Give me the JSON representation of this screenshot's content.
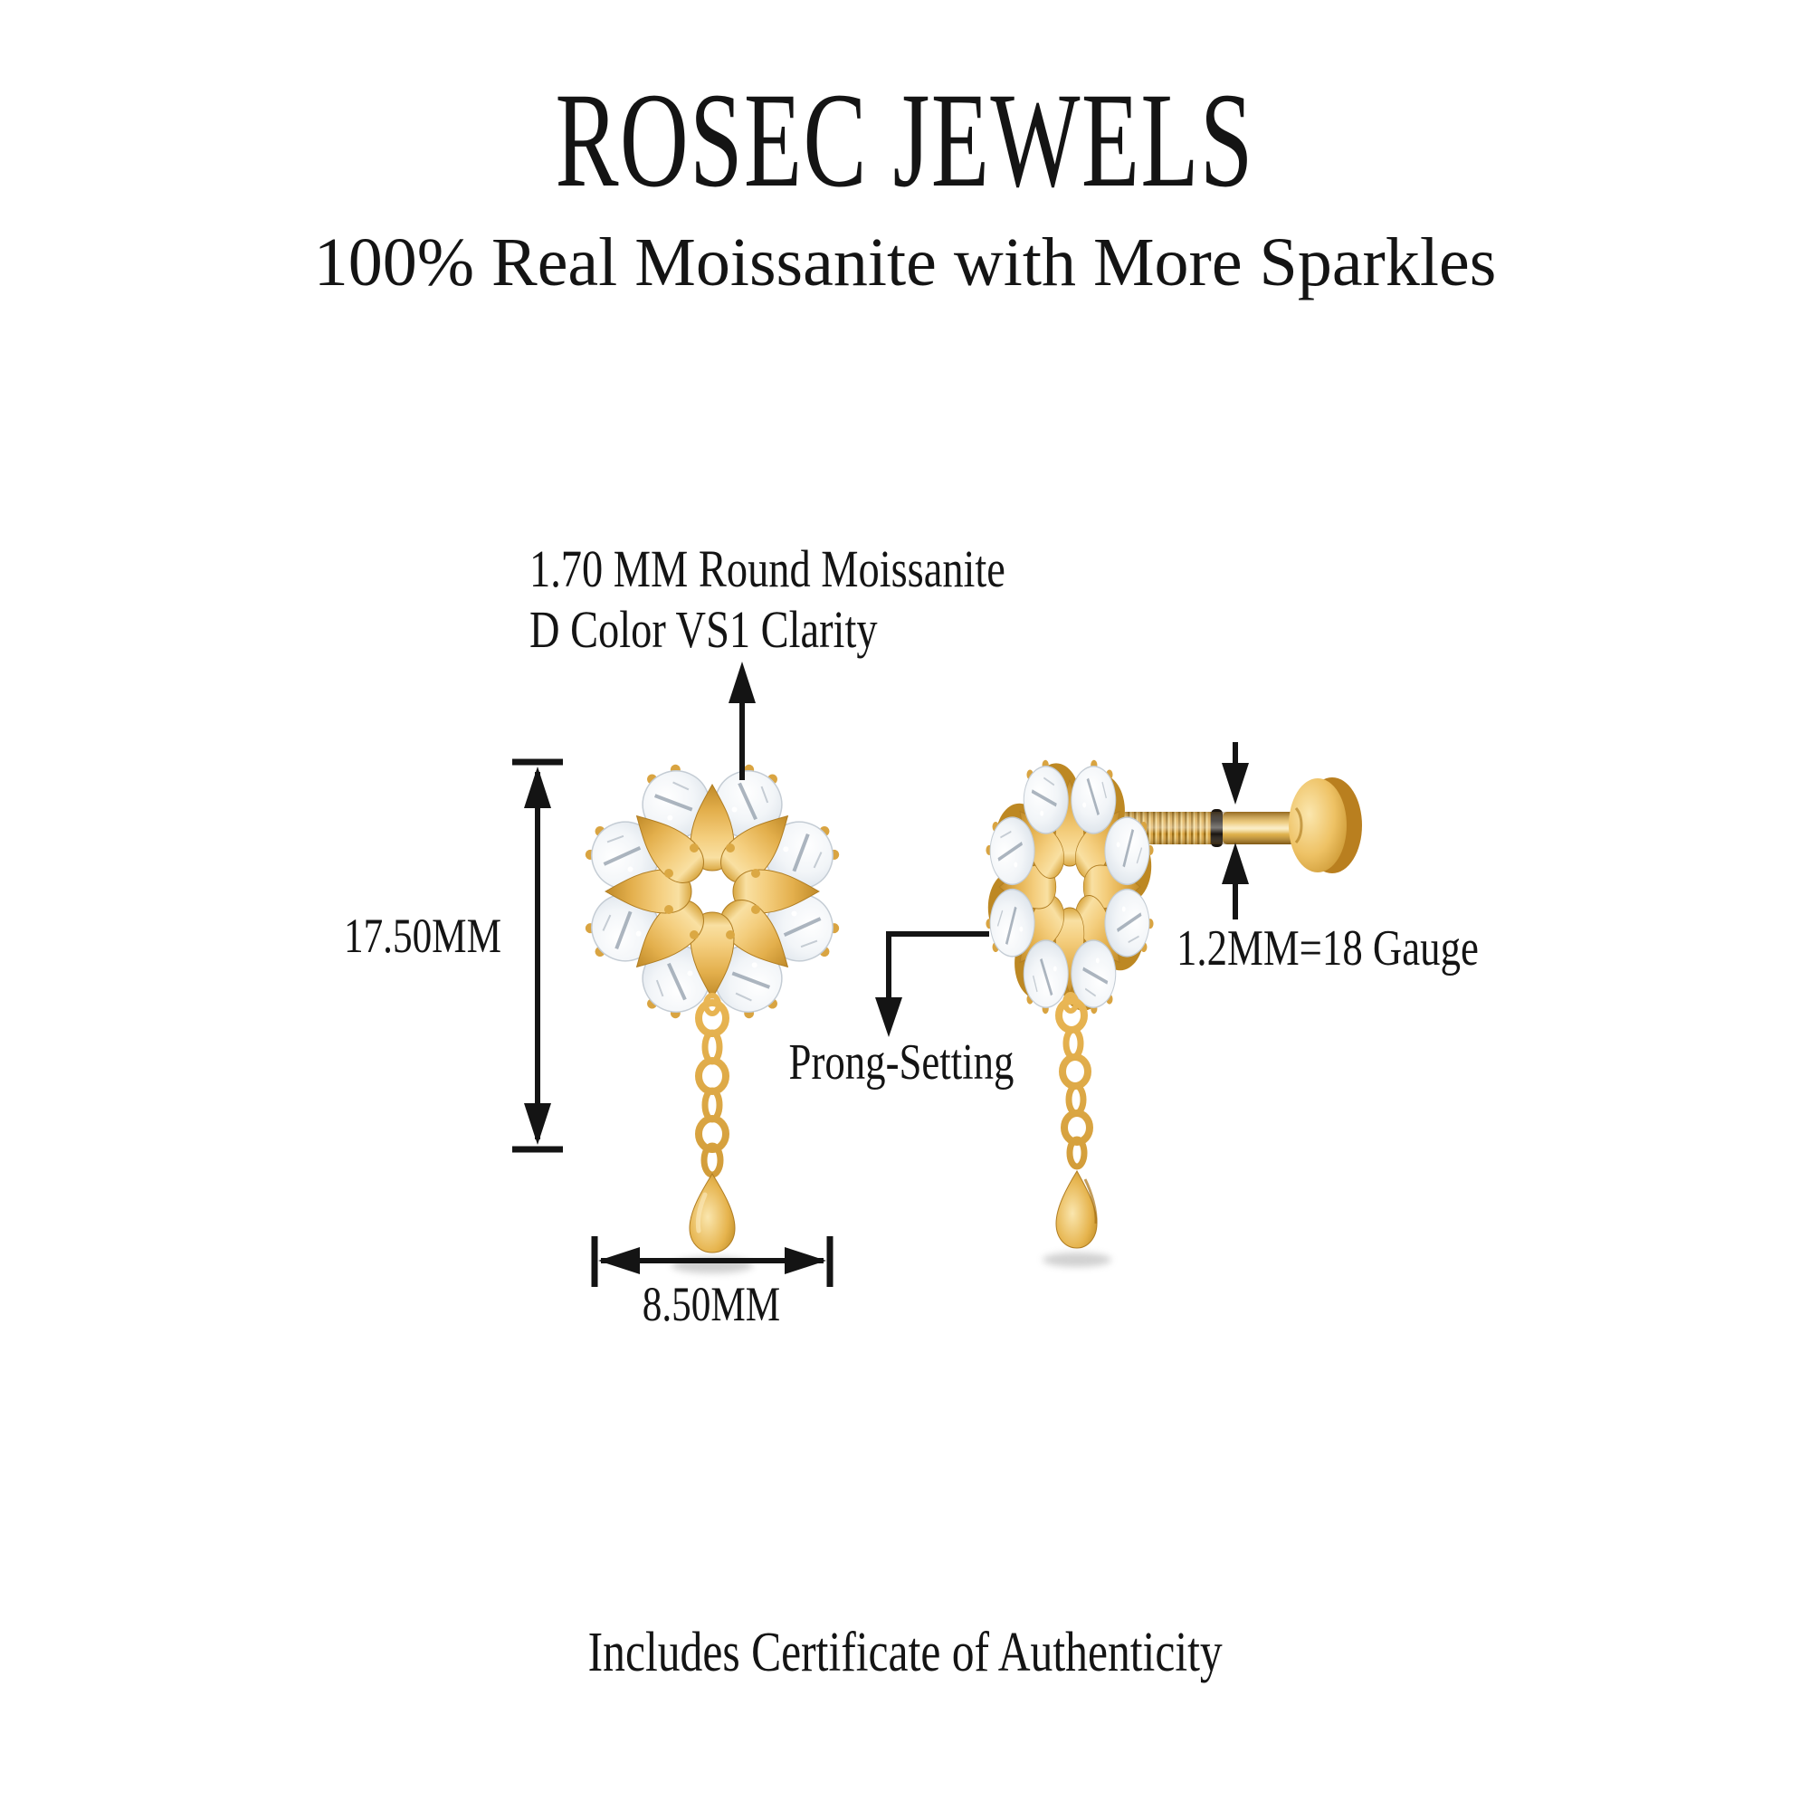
{
  "brand": {
    "title": "ROSEC JEWELS",
    "tagline": "100% Real Moissanite with More Sparkles"
  },
  "product": {
    "stone_annotation": {
      "line1": "1.70 MM Round Moissanite",
      "line2": "D Color VS1 Clarity"
    },
    "dimensions": {
      "height": "17.50MM",
      "width": "8.50MM",
      "post_gauge": "1.2MM=18 Gauge"
    },
    "setting": {
      "label": "Prong-Setting"
    },
    "colors": {
      "gold": "#E9B654",
      "gold_deep": "#C8922E",
      "gold_light": "#F8E3A4",
      "stone_white": "#F2F5F8",
      "ink": "#141414",
      "background": "#FFFFFF"
    }
  },
  "footer": {
    "note": "Includes Certificate of Authenticity"
  }
}
